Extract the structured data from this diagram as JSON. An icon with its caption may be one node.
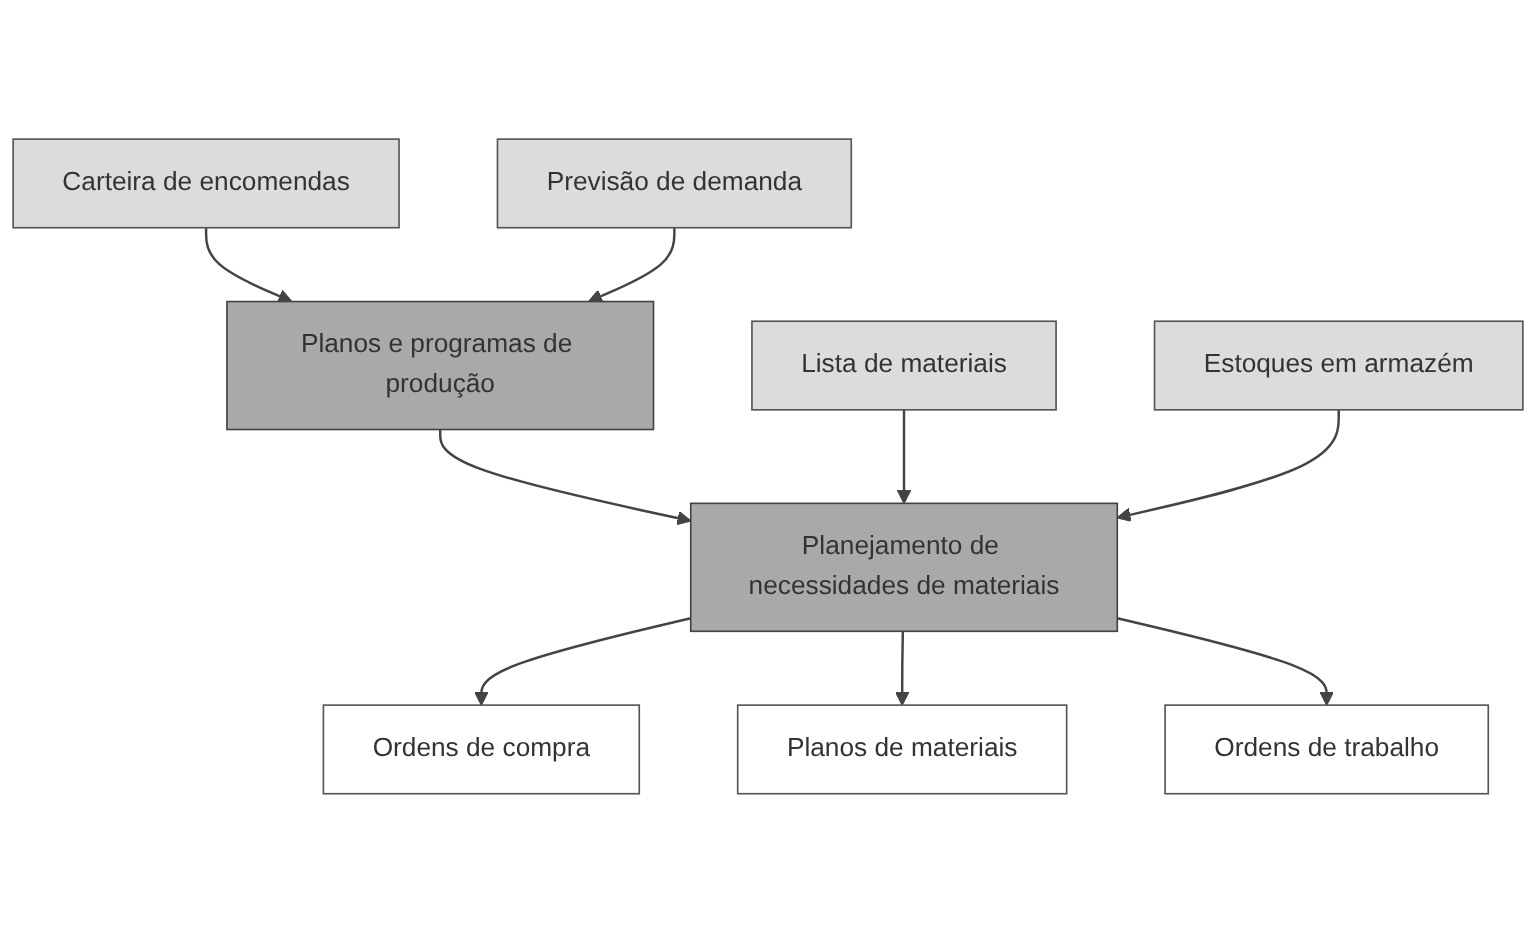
{
  "diagram": {
    "nodes": [
      {
        "text": [
          "Carteira de encomendas"
        ]
      },
      {
        "text": [
          "Previsão de demanda"
        ]
      },
      {
        "text": [
          "Planos e programas de produção"
        ]
      },
      {
        "text": [
          "Lista de materiais"
        ]
      },
      {
        "text": [
          "Planejamento de necessidades de materiais"
        ]
      },
      {
        "text": [
          "Estoques em armazém"
        ]
      },
      {
        "text": [
          "Ordens de compra"
        ]
      },
      {
        "text": [
          "Planos de materiais"
        ]
      },
      {
        "text": [
          "Ordens de trabalho"
        ]
      }
    ],
    "edges": [
      {
        "from": 0,
        "to": 2,
        "arrow": "to"
      },
      {
        "from": 1,
        "to": 2,
        "arrow": "to"
      },
      {
        "from": 2,
        "to": 4,
        "arrow": "to"
      },
      {
        "from": 3,
        "to": 4,
        "arrow": "to"
      },
      {
        "from": 5,
        "to": 4,
        "arrow": "to"
      },
      {
        "from": 4,
        "to": 6,
        "arrow": "to"
      },
      {
        "from": 4,
        "to": 7,
        "arrow": "to"
      },
      {
        "from": 4,
        "to": 8,
        "arrow": "to"
      }
    ]
  }
}
